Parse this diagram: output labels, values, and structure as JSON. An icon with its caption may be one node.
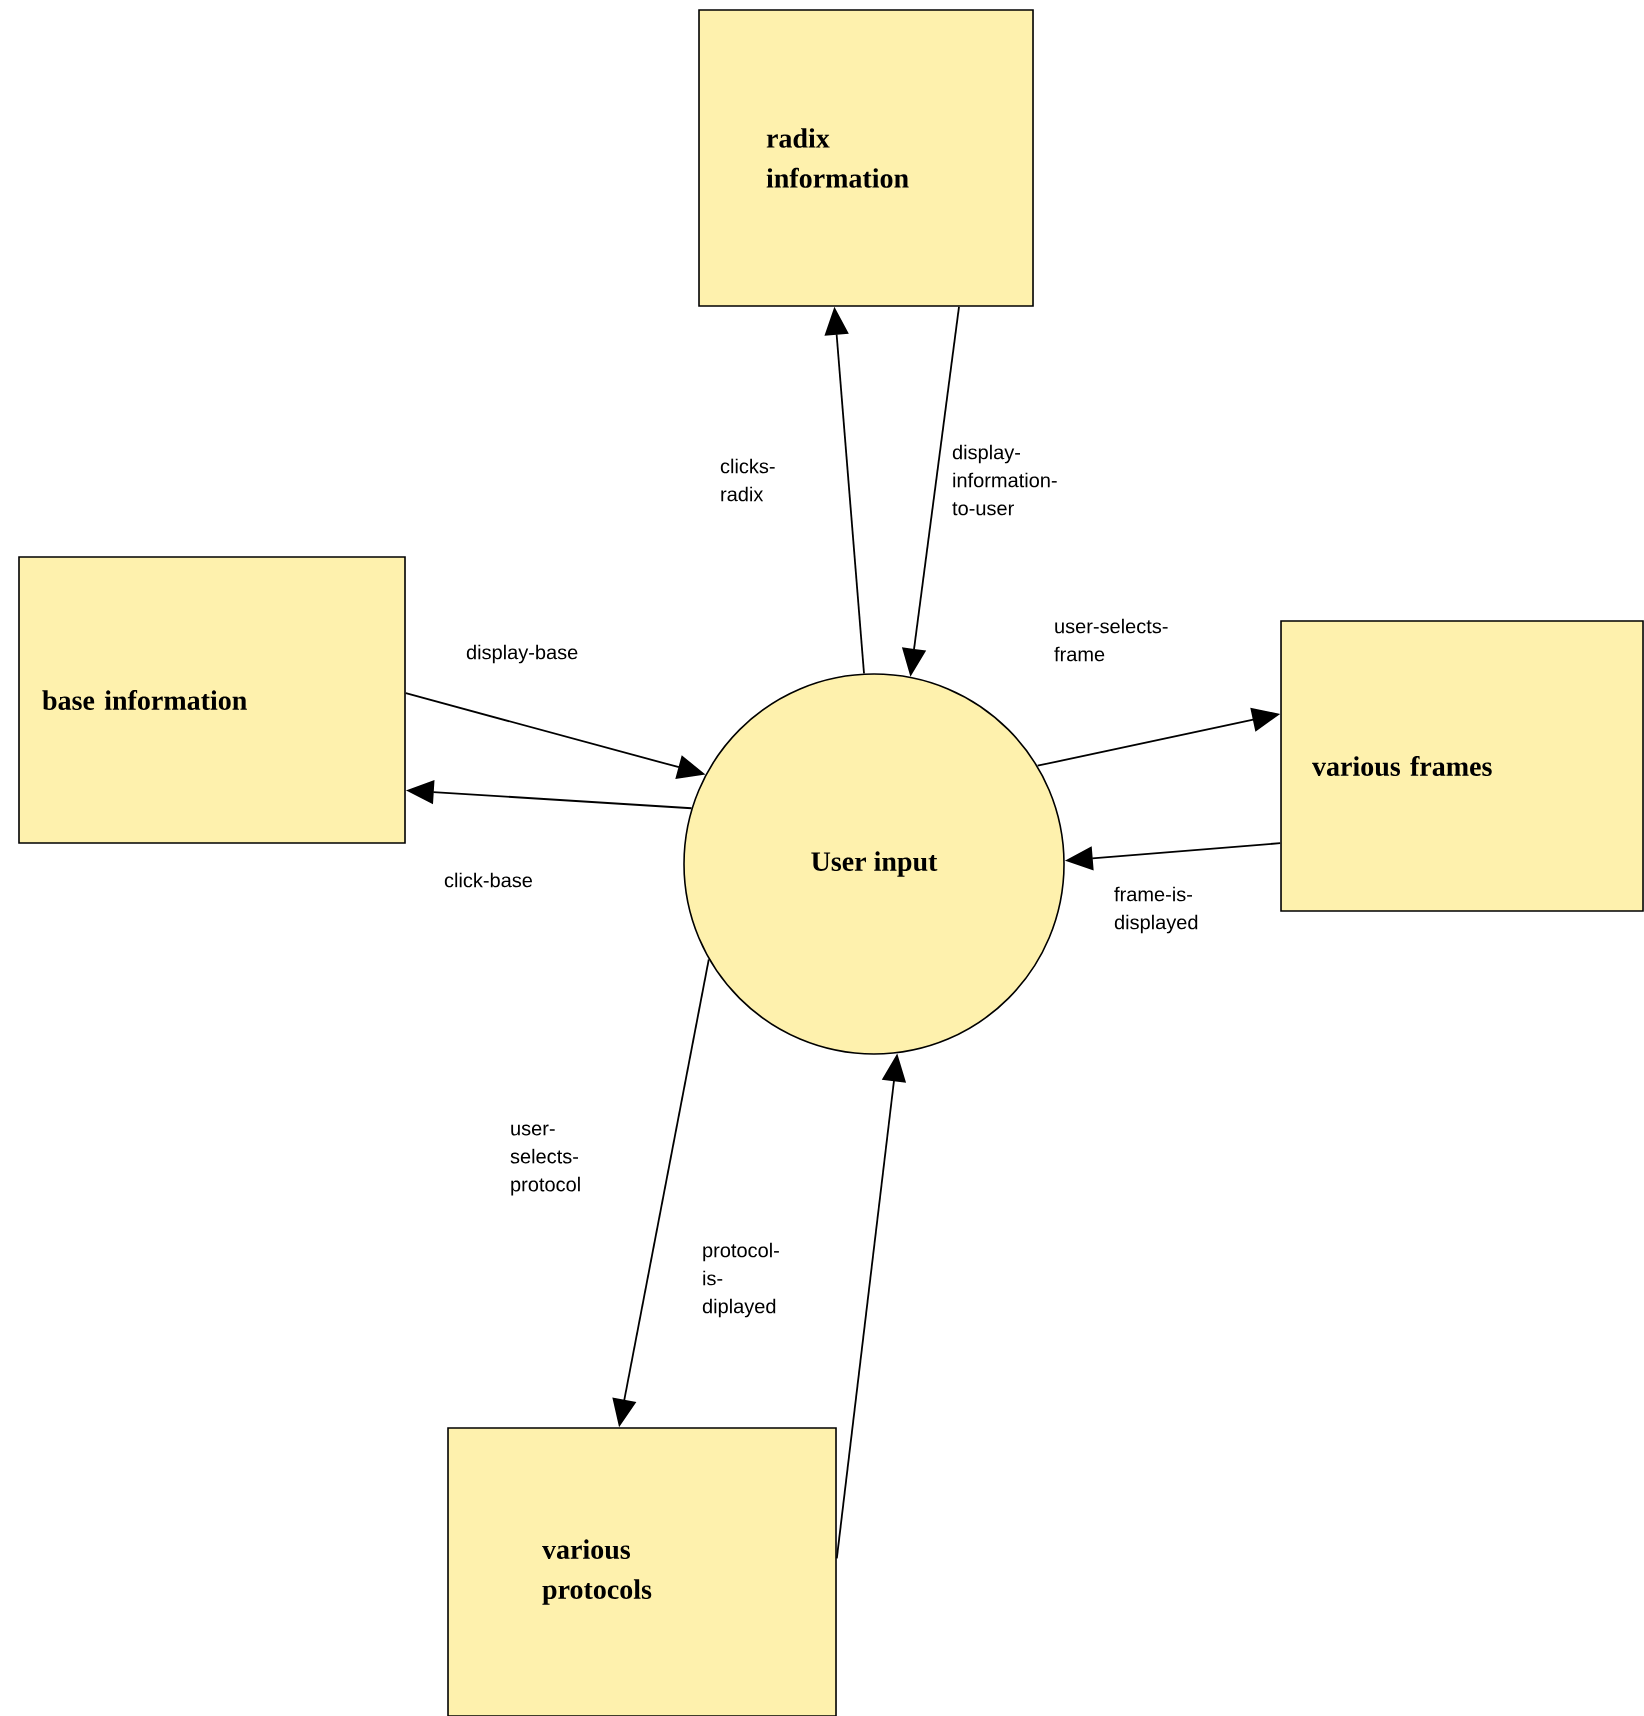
{
  "diagram": {
    "nodes": [
      {
        "text": [
          "radix information"
        ]
      },
      {
        "text": [
          "base information"
        ]
      },
      {
        "text": [
          "User input"
        ]
      },
      {
        "text": [
          "various frames"
        ]
      },
      {
        "text": [
          "various protocols"
        ]
      }
    ],
    "edges": [
      {
        "from": 2,
        "to": 0,
        "arrow": "to",
        "label": "clicks-radix"
      },
      {
        "from": 0,
        "to": 2,
        "arrow": "to",
        "label": "display-information-to-user"
      },
      {
        "from": 1,
        "to": 2,
        "arrow": "to",
        "label": "display-base"
      },
      {
        "from": 2,
        "to": 1,
        "arrow": "to",
        "label": "click-base"
      },
      {
        "from": 2,
        "to": 3,
        "arrow": "to",
        "label": "user-selects-frame"
      },
      {
        "from": 3,
        "to": 2,
        "arrow": "to",
        "label": "frame-is-displayed"
      },
      {
        "from": 2,
        "to": 4,
        "arrow": "to",
        "label": "user-selects-protocol"
      },
      {
        "from": 4,
        "to": 2,
        "arrow": "to",
        "label": "protocol-is-diplayed"
      }
    ]
  }
}
